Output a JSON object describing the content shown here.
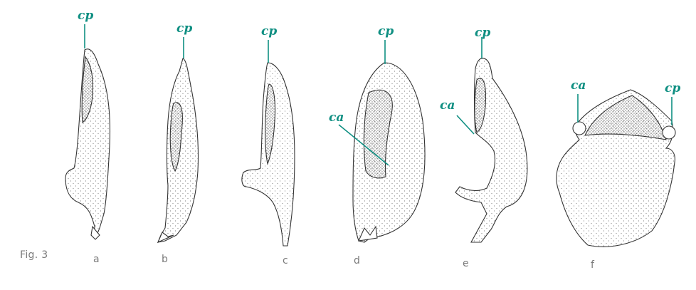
{
  "figure": {
    "label": "Fig. 3",
    "accent_color": "#0f8f82",
    "ink_color": "#444444"
  },
  "panels": [
    {
      "letter": "a",
      "callouts": [
        "cp"
      ]
    },
    {
      "letter": "b",
      "callouts": [
        "cp"
      ]
    },
    {
      "letter": "c",
      "callouts": [
        "cp"
      ]
    },
    {
      "letter": "d",
      "callouts": [
        "cp",
        "ca"
      ]
    },
    {
      "letter": "e",
      "callouts": [
        "cp",
        "ca"
      ]
    },
    {
      "letter": "f",
      "callouts": [
        "ca",
        "cp"
      ]
    }
  ]
}
